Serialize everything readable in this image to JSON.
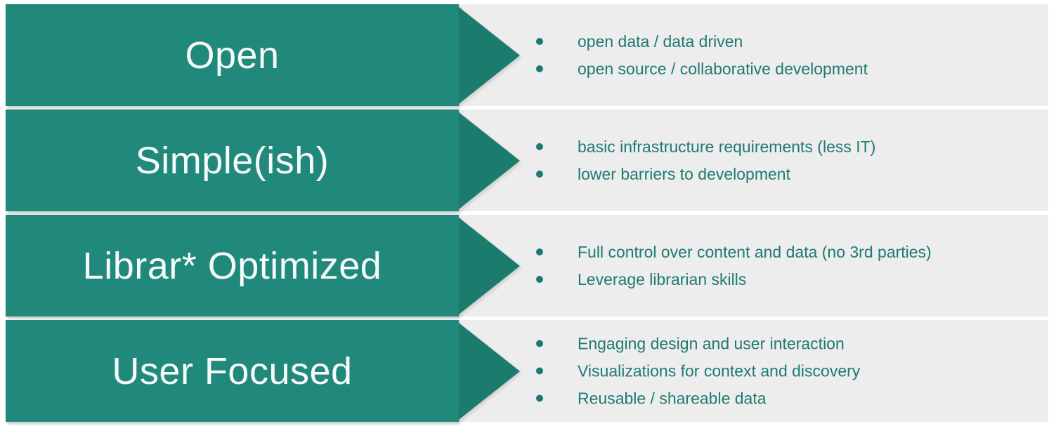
{
  "theme": {
    "arrow_body_color": "#21897b",
    "arrow_head_color": "#1b7b6d",
    "band_color": "#ededed",
    "page_background": "#ffffff",
    "title_color": "#f6faf9",
    "bullet_text_color": "#1e7a70"
  },
  "rows": [
    {
      "title": "Open",
      "bullets": [
        "open data / data driven",
        "open source / collaborative development"
      ]
    },
    {
      "title": "Simple(ish)",
      "bullets": [
        "basic infrastructure requirements (less IT)",
        "lower barriers to development"
      ]
    },
    {
      "title": "Librar* Optimized",
      "bullets": [
        "Full control over content and data (no 3rd parties)",
        "Leverage librarian skills"
      ]
    },
    {
      "title": "User Focused",
      "bullets": [
        "Engaging design and user interaction",
        "Visualizations for context and discovery",
        "Reusable / shareable data"
      ]
    }
  ]
}
